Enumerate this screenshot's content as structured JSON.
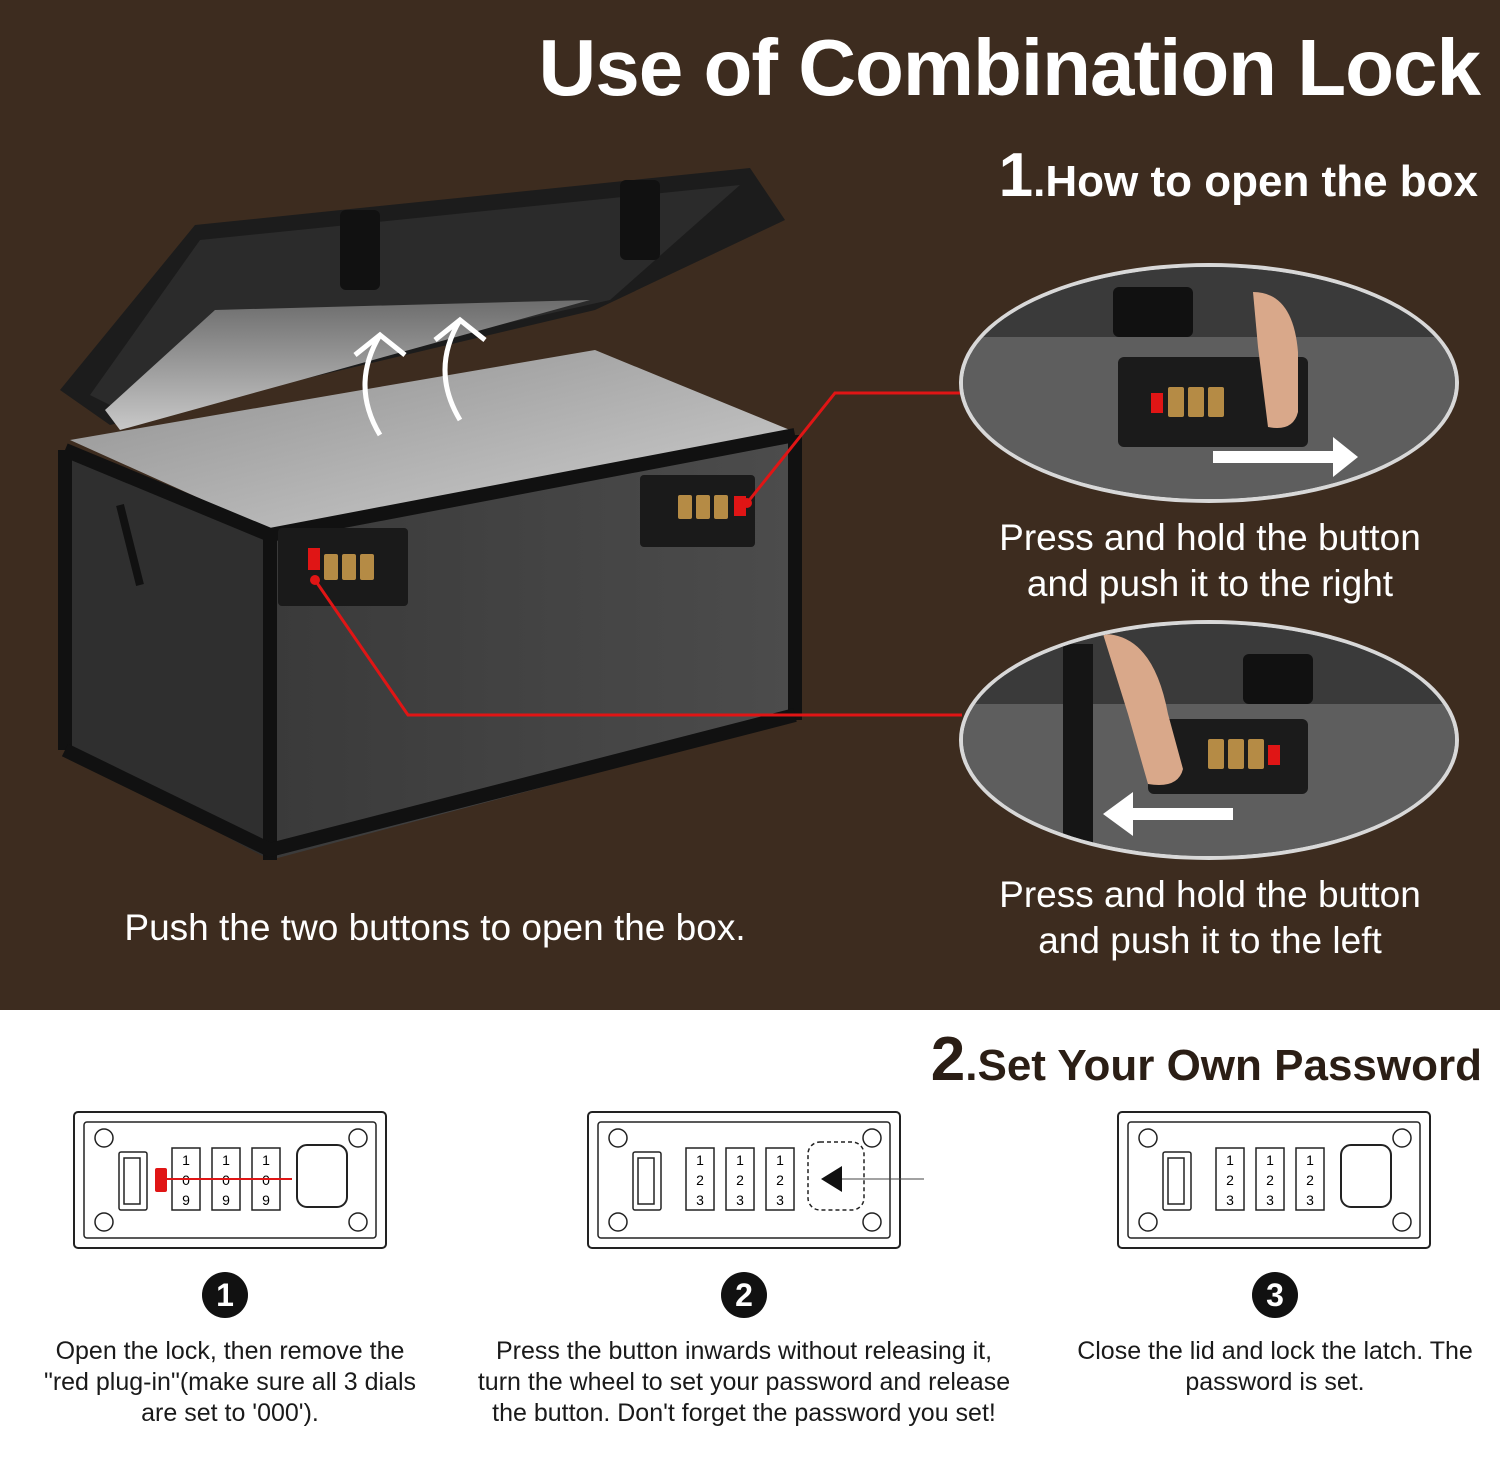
{
  "header": {
    "main_title": "Use of Combination Lock",
    "section1_number": "1",
    "section1_title": ".How to open the box"
  },
  "section1": {
    "caption_right_top_line1": "Press and hold the button",
    "caption_right_top_line2": "and push it to the right",
    "caption_right_bottom_line1": "Press and hold the button",
    "caption_right_bottom_line2": "and push it to the left",
    "caption_left": "Push the two buttons to open the box."
  },
  "section2": {
    "number": "2",
    "title": ".Set Your Own Password",
    "steps": [
      {
        "badge": "1",
        "text": "Open the lock, then remove the \"red plug-in\"(make sure all 3 dials are set to '000').",
        "dial_labels": [
          "1",
          "0",
          "9"
        ]
      },
      {
        "badge": "2",
        "text": "Press the button inwards without releasing it, turn the wheel to set your password and release the button. Don't forget the password you set!",
        "dial_labels": [
          "1",
          "2",
          "3"
        ]
      },
      {
        "badge": "3",
        "text": "Close the lid and lock the latch. The password is set.",
        "dial_labels": [
          "1",
          "2",
          "3"
        ]
      }
    ]
  },
  "colors": {
    "background_top": "#3d2c1f",
    "background_bottom": "#ffffff",
    "leader_line": "#e01515",
    "red_plug": "#e01515"
  }
}
